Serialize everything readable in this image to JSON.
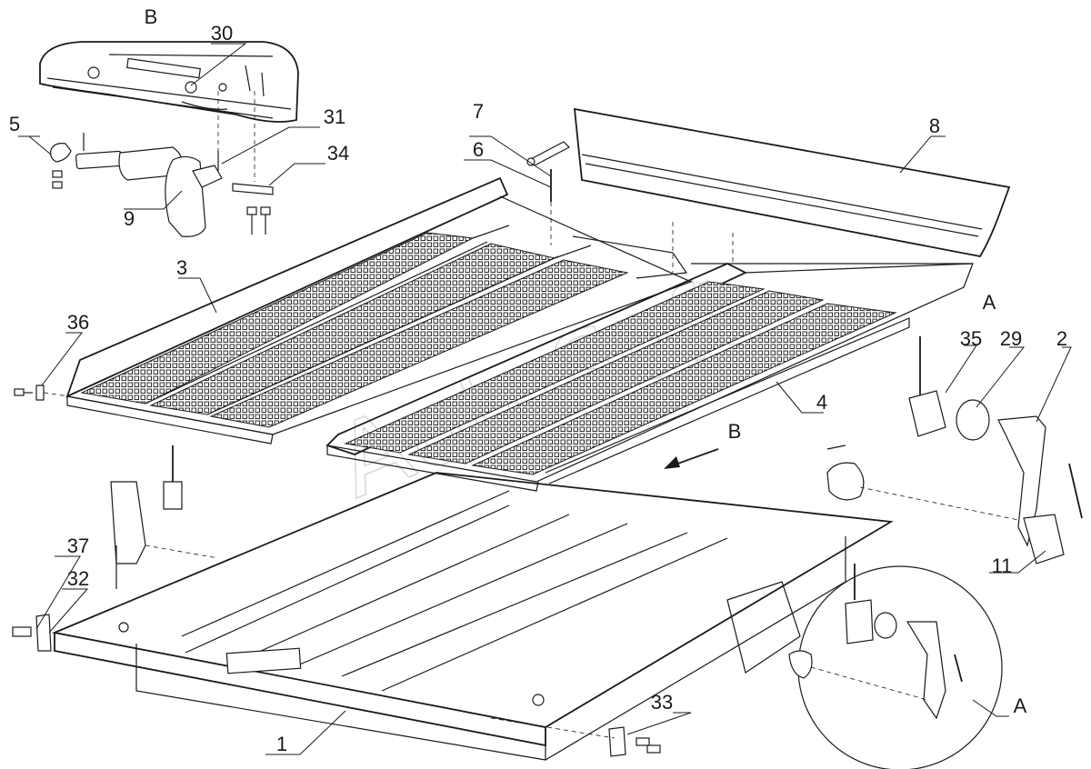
{
  "callouts": [
    {
      "id": "c1",
      "label": "1"
    },
    {
      "id": "c2",
      "label": "2"
    },
    {
      "id": "c3",
      "label": "3"
    },
    {
      "id": "c4",
      "label": "4"
    },
    {
      "id": "c5",
      "label": "5"
    },
    {
      "id": "c6",
      "label": "6"
    },
    {
      "id": "c7",
      "label": "7"
    },
    {
      "id": "c8",
      "label": "8"
    },
    {
      "id": "c9",
      "label": "9"
    },
    {
      "id": "c11",
      "label": "11"
    },
    {
      "id": "c29",
      "label": "29"
    },
    {
      "id": "c30",
      "label": "30"
    },
    {
      "id": "c31",
      "label": "31"
    },
    {
      "id": "c32",
      "label": "32"
    },
    {
      "id": "c33",
      "label": "33"
    },
    {
      "id": "c34",
      "label": "34"
    },
    {
      "id": "c35",
      "label": "35"
    },
    {
      "id": "c36",
      "label": "36"
    },
    {
      "id": "c37",
      "label": "37"
    }
  ],
  "views": {
    "view_b_title": "B",
    "view_b_arrow_label": "B",
    "view_a_title": "A",
    "view_a_circle_label": "A"
  },
  "watermark": "AutoSoft"
}
